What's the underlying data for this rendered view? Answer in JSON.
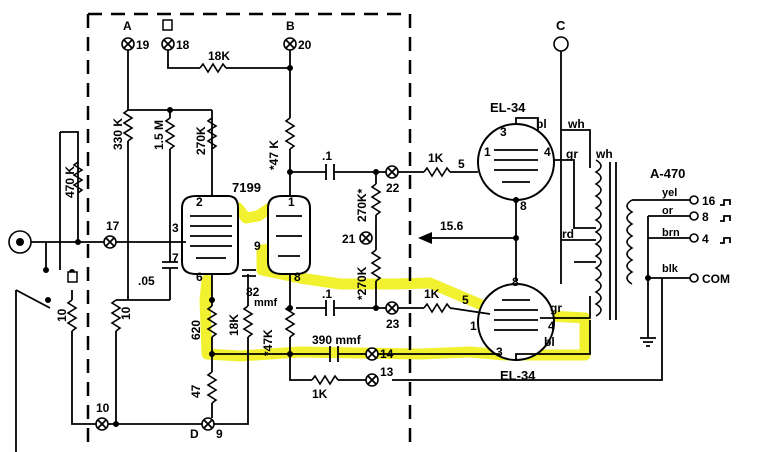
{
  "terminals": {
    "A": "A",
    "A_num": "19",
    "sq_num": "18",
    "B": "B",
    "B_num": "20",
    "C": "C",
    "D": "D",
    "D_num": "9",
    "t17": "17",
    "t22": "22",
    "t21": "21",
    "t23": "23",
    "t14": "14",
    "t13": "13",
    "t10": "10",
    "t16": "16",
    "sw10": "10"
  },
  "resistors": {
    "r18k_top": "18K",
    "r330k": "330 K",
    "r15m": "1.5 M",
    "r270k_a": "270K",
    "r47k_a": "*47 K",
    "r1k_a": "1K",
    "r270k_b": "270K*",
    "r270k_c": "*270K",
    "r1k_b": "1K",
    "r470k": "470 K",
    "r10": "10",
    "r620": "620",
    "r18k_b": "18K",
    "r47k_b": "*47K",
    "r47": "47",
    "r1k_c": "1K"
  },
  "capacitors": {
    "c1_top": ".1",
    "c05": ".05",
    "c1_mid": ".1",
    "c82": "82",
    "c82_unit": "mmf",
    "c390": "390 mmf"
  },
  "tubes": {
    "t7199": "7199",
    "el34_top": "EL-34",
    "el34_bot": "EL-34",
    "pin3": "3",
    "pin2": "2",
    "pin7": "7",
    "pin6": "6",
    "pin1": "1",
    "pin9": "9",
    "pin8": "8",
    "top_pin3": "3",
    "top_pin1": "1",
    "top_pin4": "4",
    "top_pin8": "8",
    "top_pin5": "5",
    "bot_pin8": "8",
    "bot_pin5": "5",
    "bot_pin1": "1",
    "bot_pin4": "4",
    "bot_pin3": "3"
  },
  "wires": {
    "bl_top": "bl",
    "wh_top": "wh",
    "gr_top": "gr",
    "wh_side": "wh",
    "rd": "rd",
    "gr_bot": "gr",
    "bl_bot": "bl"
  },
  "bias": "15.6",
  "transformer": {
    "name": "A-470",
    "yel": "yel",
    "or": "or",
    "brn": "brn",
    "blk": "blk",
    "out16": "16",
    "out8": "8",
    "out4": "4",
    "com": "COM"
  },
  "colors": {
    "highlight": "#f0ef1a"
  }
}
